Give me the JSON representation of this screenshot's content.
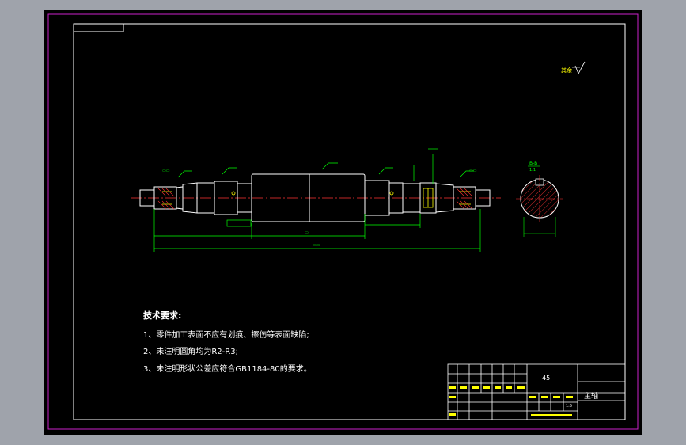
{
  "notes": {
    "title": "技术要求:",
    "line1": "1、零件加工表面不应有划痕、擦伤等表面缺陷;",
    "line2": "2、未注明圆角均为R2-R3;",
    "line3": "3、未注明形状公差应符合GB1184-80的要求。"
  },
  "section": {
    "label": "B-B",
    "scale": "1:1"
  },
  "roughness_note": {
    "text": "其余"
  },
  "title_block": {
    "material": "45",
    "part_name": "主轴",
    "scale": "1:5"
  },
  "colors": {
    "background": "#000000",
    "frame": "#cc22cc",
    "outline": "#ffffff",
    "dimension": "#00ff00",
    "center_line": "#ff3333",
    "hatch": "#ff3333",
    "detail": "#ffff00"
  }
}
